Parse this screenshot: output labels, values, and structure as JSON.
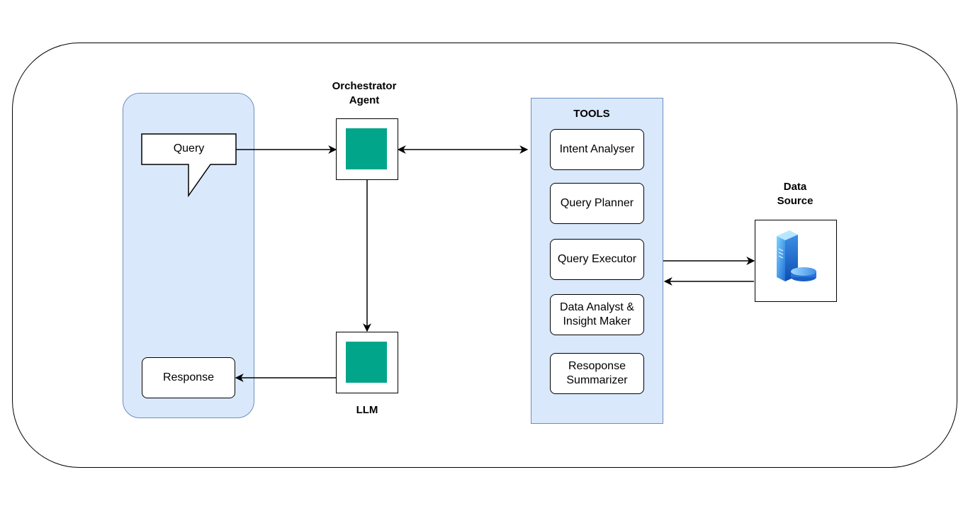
{
  "labels": {
    "orchestrator": "Orchestrator\nAgent",
    "llm": "LLM",
    "tools_title": "TOOLS",
    "data_source": "Data\nSource"
  },
  "user": {
    "query": "Query",
    "response": "Response"
  },
  "tools": [
    "Intent Analyser",
    "Query Planner",
    "Query Executor",
    "Data Analyst &\nInsight Maker",
    "Resoponse\nSummarizer"
  ],
  "colors": {
    "lane_fill": "#dae8fc",
    "lane_stroke": "#6c8ebf",
    "agent_fill": "#00a58a"
  },
  "icons": {
    "data_source": "server-database-icon"
  }
}
